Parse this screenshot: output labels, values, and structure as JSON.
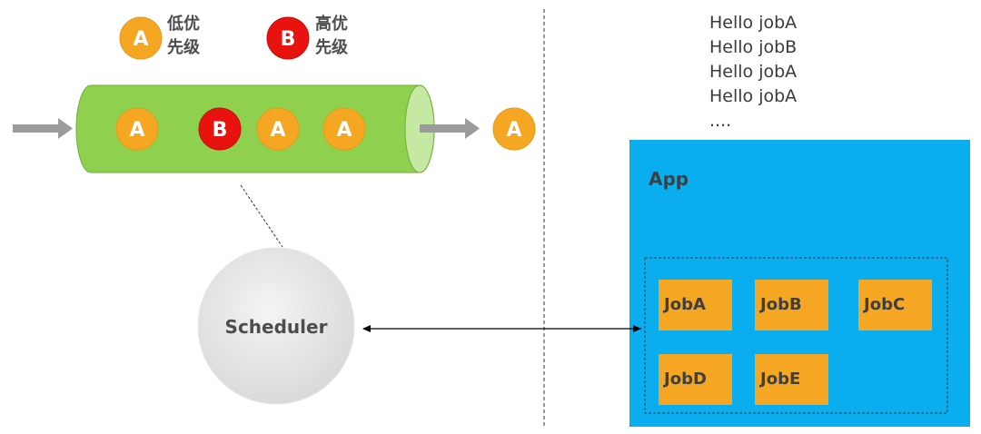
{
  "legend": {
    "low": {
      "badge": "A",
      "label_line1": "低优",
      "label_line2": "先级",
      "color": "#f5a623"
    },
    "high": {
      "badge": "B",
      "label_line1": "高优",
      "label_line2": "先级",
      "color": "#e8120e"
    }
  },
  "queue": {
    "tube_color": "#8fd14f",
    "items": [
      "A",
      "B",
      "A",
      "A"
    ],
    "output": "A"
  },
  "scheduler": {
    "label": "Scheduler"
  },
  "output_log": [
    "Hello jobA",
    "Hello jobB",
    "Hello jobA",
    "Hello jobA",
    "...."
  ],
  "app": {
    "title": "App",
    "color": "#0aaeee",
    "jobs": [
      "JobA",
      "JobB",
      "JobC",
      "JobD",
      "JobE"
    ],
    "job_color": "#f5a623"
  }
}
